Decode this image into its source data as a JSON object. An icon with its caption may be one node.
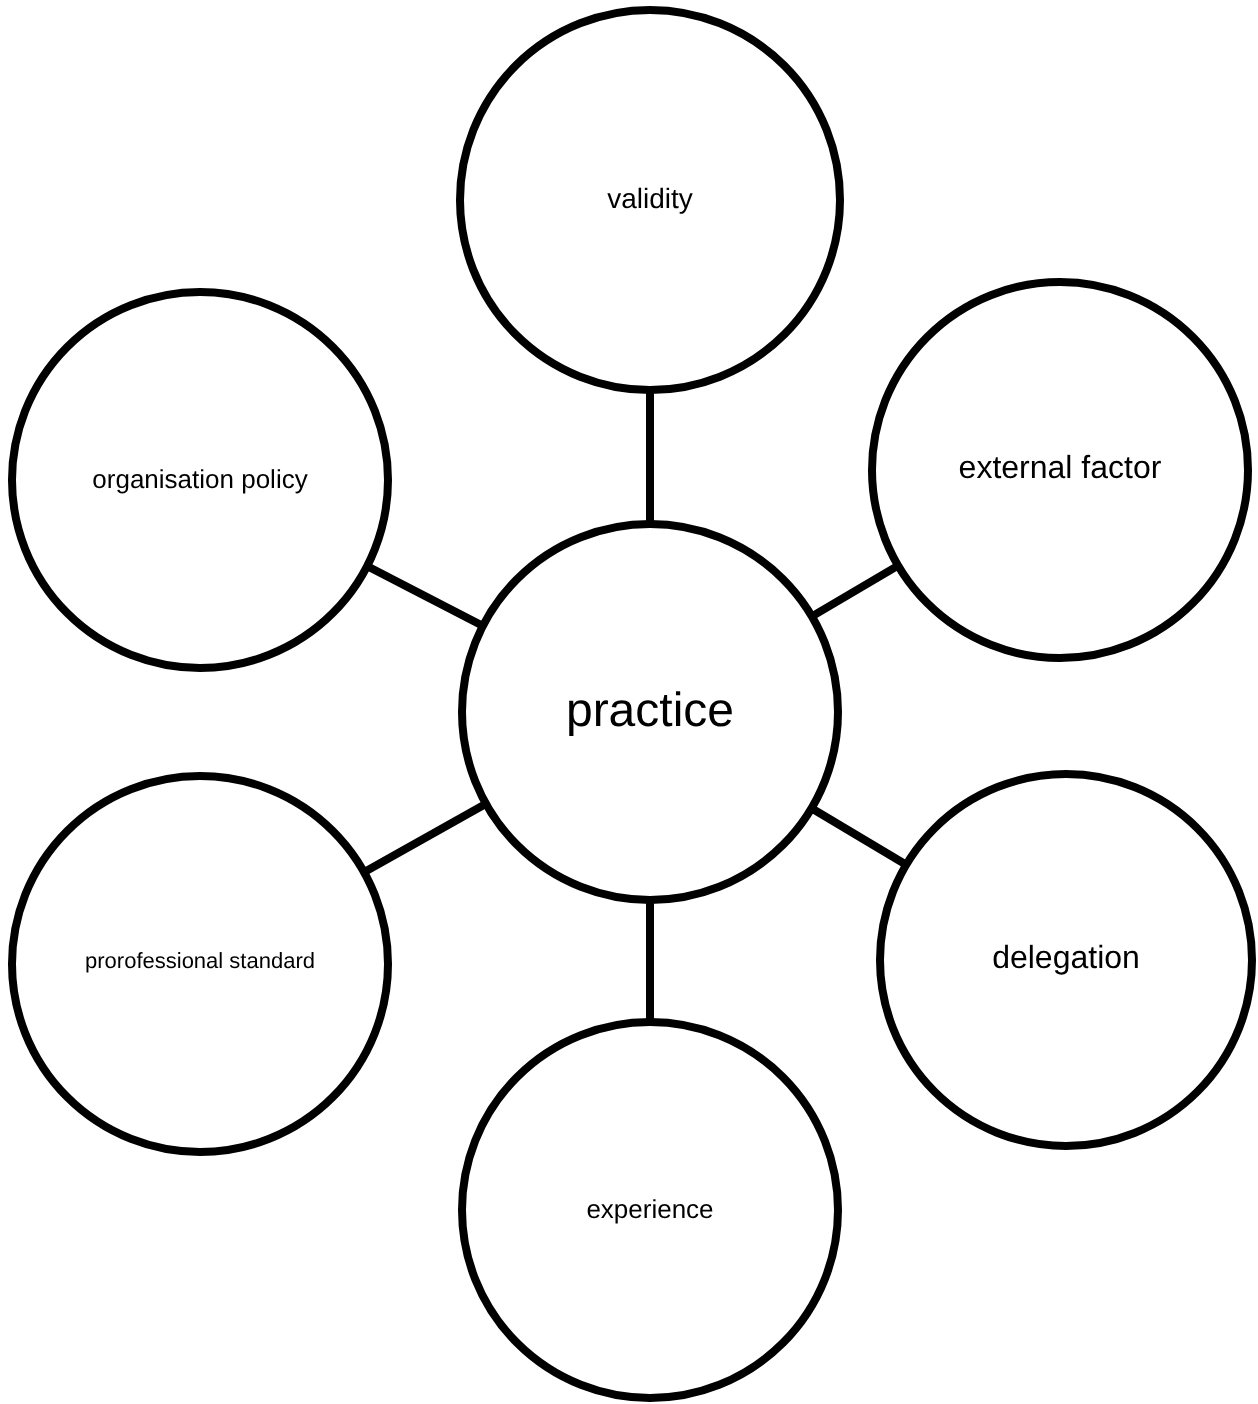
{
  "diagram": {
    "nodes": [
      {
        "text": [
          "validity"
        ]
      },
      {
        "text": [
          "organisation policy"
        ]
      },
      {
        "text": [
          "external factor"
        ]
      },
      {
        "text": [
          "practice"
        ]
      },
      {
        "text": [
          "prorofessional standard"
        ]
      },
      {
        "text": [
          "delegation"
        ]
      },
      {
        "text": [
          "experience"
        ]
      }
    ],
    "edges": [
      {
        "from": 3,
        "to": 0,
        "arrow": "none"
      },
      {
        "from": 3,
        "to": 1,
        "arrow": "none"
      },
      {
        "from": 3,
        "to": 2,
        "arrow": "none"
      },
      {
        "from": 3,
        "to": 4,
        "arrow": "none"
      },
      {
        "from": 3,
        "to": 5,
        "arrow": "none"
      },
      {
        "from": 3,
        "to": 6,
        "arrow": "none"
      }
    ]
  }
}
